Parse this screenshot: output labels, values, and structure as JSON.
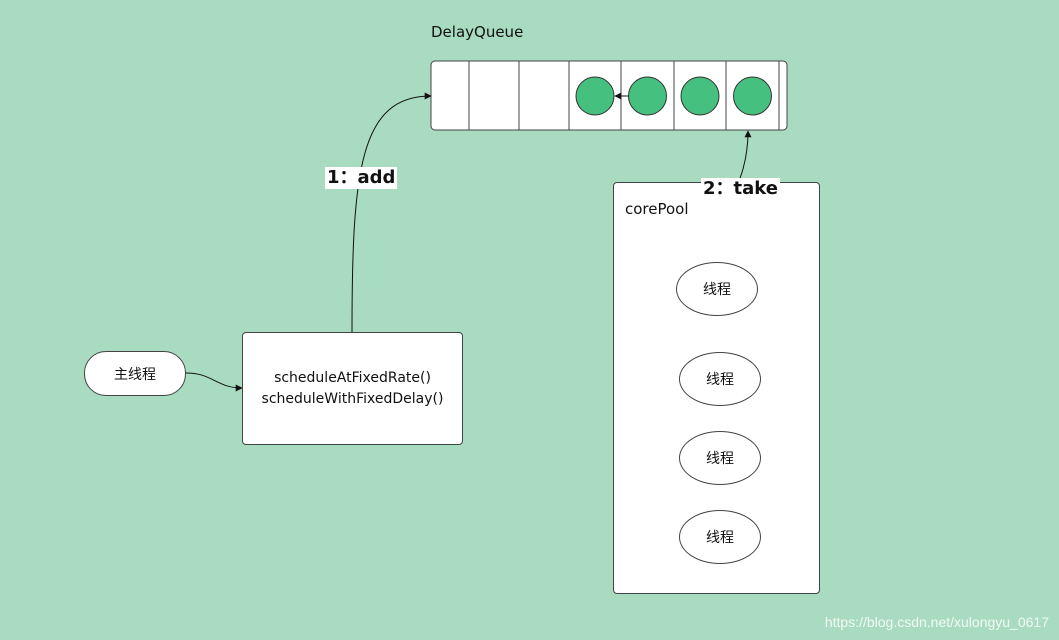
{
  "queue": {
    "title": "DelayQueue",
    "slot_count": 7,
    "filled_slots": [
      3,
      4,
      5,
      6
    ],
    "item_color": "#45c07f"
  },
  "edges": {
    "add_label": "1：add",
    "take_label": "2：take"
  },
  "main_thread": {
    "label": "主线程"
  },
  "schedule_box": {
    "lines": [
      "scheduleAtFixedRate()",
      "scheduleWithFixedDelay()"
    ]
  },
  "core_pool": {
    "label": "corePool",
    "threads": [
      "线程",
      "线程",
      "线程",
      "线程"
    ]
  },
  "watermark": "https://blog.csdn.net/xulongyu_0617",
  "colors": {
    "background": "#a8dbbf",
    "item": "#45c07f"
  }
}
